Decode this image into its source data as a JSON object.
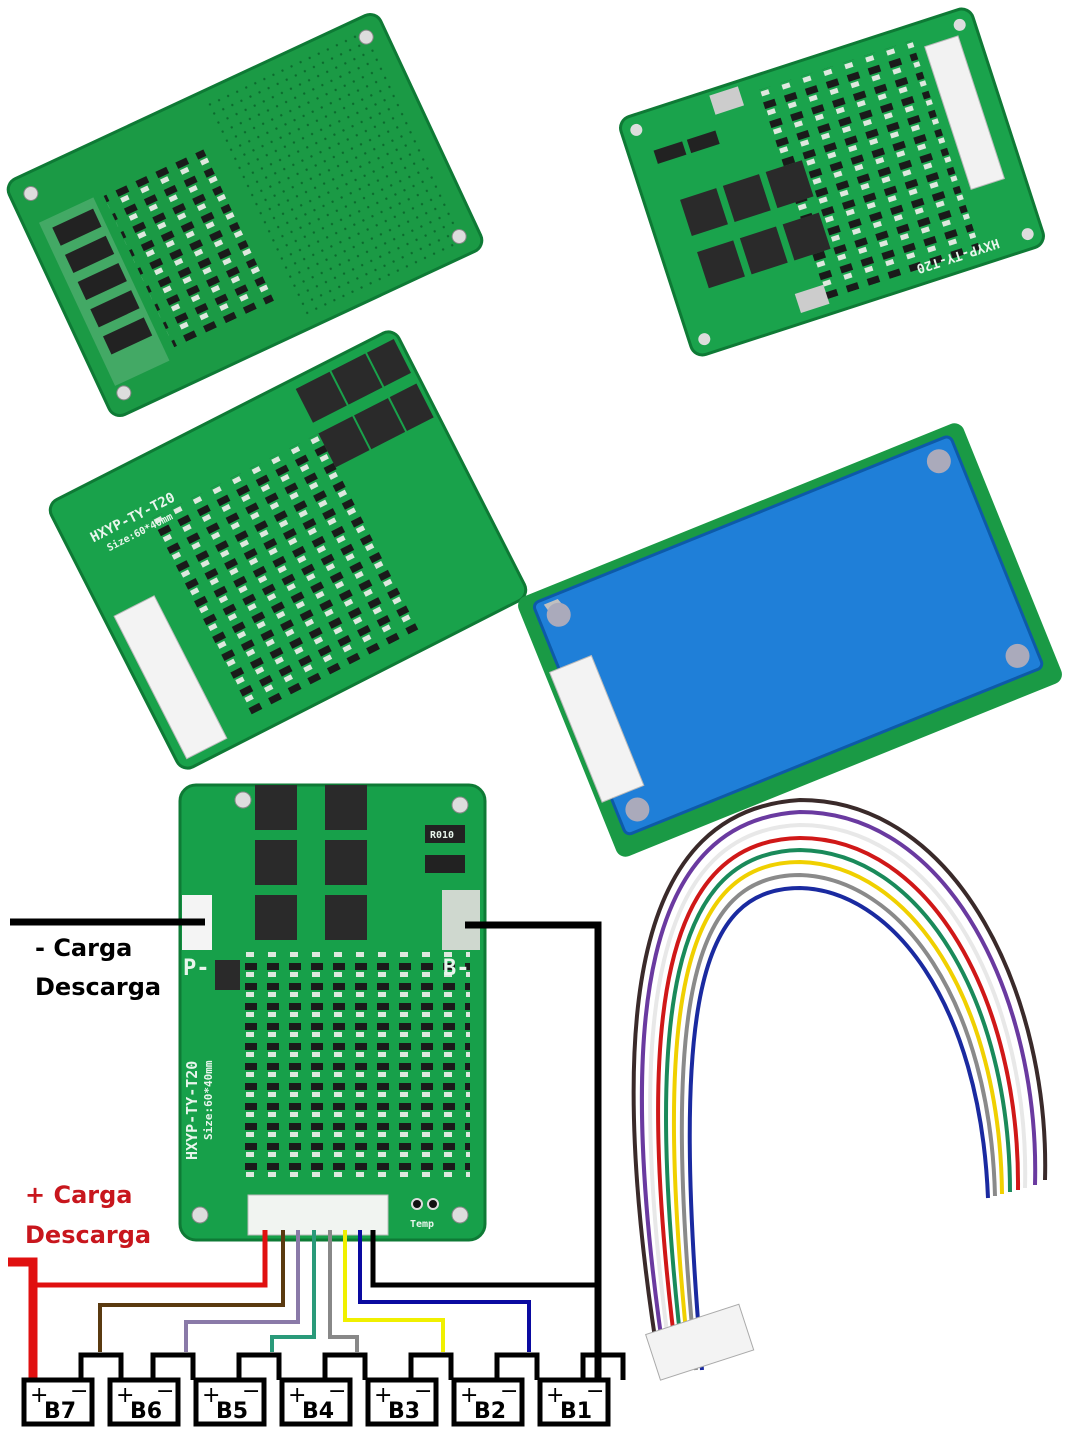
{
  "colors": {
    "pcb": "#17a04a",
    "pcb_dark": "#0e7a35",
    "shield": "#1c7fd6",
    "mosfet": "#2a2a2a",
    "red": "#e01010",
    "black": "#000000"
  },
  "board_labels": {
    "model": "HXYP-TY-T20",
    "size": "Size:60*40mm",
    "p_minus": "P-",
    "b_minus": "B-",
    "resistor": "R010",
    "temp": "Temp",
    "p": "P",
    "b": "B"
  },
  "labels": {
    "neg_line1": "- Carga",
    "neg_line2": "Descarga",
    "pos_line1": "+ Carga",
    "pos_line2": "Descarga"
  },
  "batteries": [
    {
      "name": "B7",
      "plus": "+",
      "minus": "−"
    },
    {
      "name": "B6",
      "plus": "+",
      "minus": "−"
    },
    {
      "name": "B5",
      "plus": "+",
      "minus": "−"
    },
    {
      "name": "B4",
      "plus": "+",
      "minus": "−"
    },
    {
      "name": "B3",
      "plus": "+",
      "minus": "−"
    },
    {
      "name": "B2",
      "plus": "+",
      "minus": "−"
    },
    {
      "name": "B1",
      "plus": "+",
      "minus": "−"
    }
  ],
  "wire_colors": [
    "#e01010",
    "#5a3a10",
    "#8a7aa8",
    "#2a9a7a",
    "#888888",
    "#f0f000",
    "#0a0aa0",
    "#000000"
  ]
}
